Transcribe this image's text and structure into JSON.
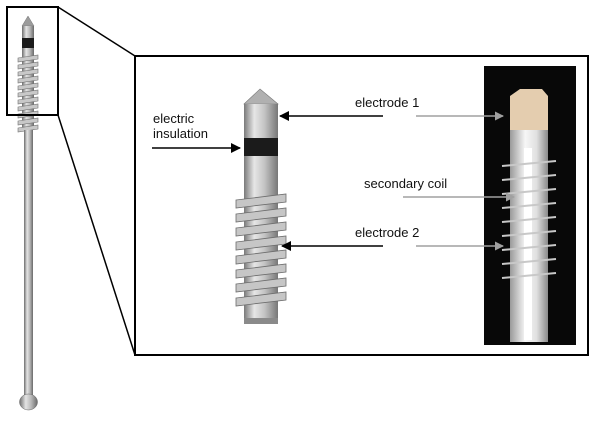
{
  "labels": {
    "insulation_line1": "electric",
    "insulation_line2": "insulation",
    "electrode1": "electrode 1",
    "secondary_coil": "secondary coil",
    "electrode2": "electrode 2"
  },
  "colors": {
    "metal_light": "#e2e2e2",
    "metal_mid": "#a9a9a9",
    "metal_dark": "#6a6a6a",
    "insulation_band": "#1b1b1b",
    "xray_background": "#080808",
    "xray_bright": "#f4f4f4",
    "frame": "#000000",
    "arrow_dark": "#000000",
    "arrow_light": "#a0a0a0"
  }
}
